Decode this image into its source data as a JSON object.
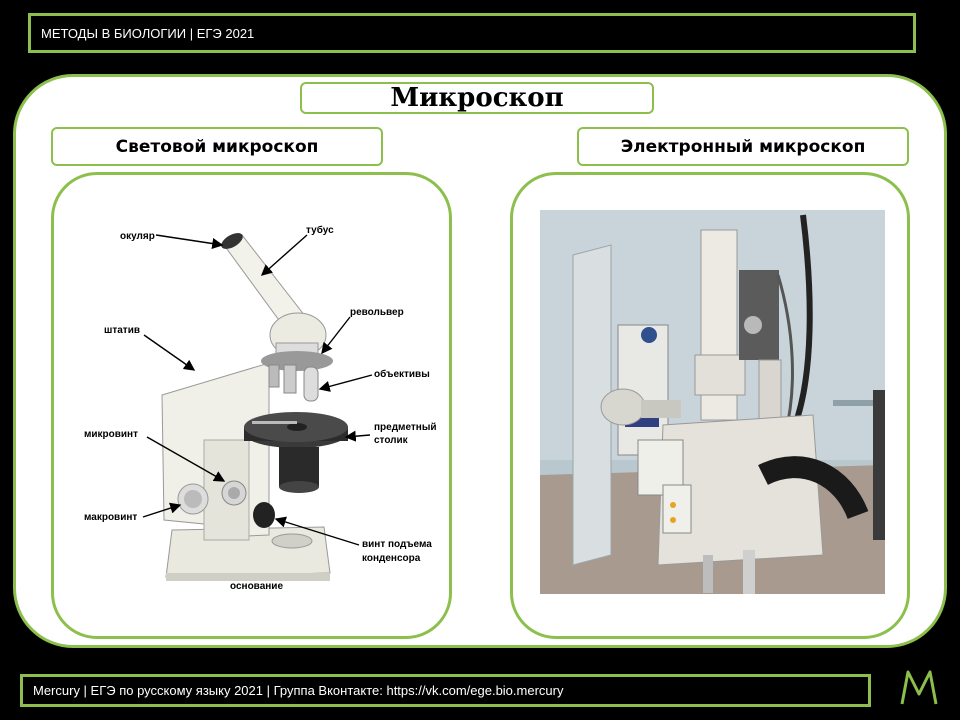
{
  "header": {
    "text": "МЕТОДЫ В БИОЛОГИИ | ЕГЭ 2021"
  },
  "slide": {
    "title": "Микроскоп",
    "left_heading": "Световой микроскоп",
    "right_heading": "Электронный микроскоп"
  },
  "light_microscope": {
    "labels": {
      "ocular": "окуляр",
      "tube": "тубус",
      "stand": "штатив",
      "revolver": "револьвер",
      "objectives": "объективы",
      "micro_screw": "микровинт",
      "stage_line1": "предметный",
      "stage_line2": "столик",
      "macro_screw": "макровинт",
      "condenser_line1": "винт подъема",
      "condenser_line2": "конденсора",
      "base": "основание"
    }
  },
  "footer": {
    "text": "Mercury | ЕГЭ по русскому языку 2021 | Группа Вконтакте: https://vk.com/ege.bio.mercury"
  },
  "colors": {
    "accent": "#8cbf4b",
    "background": "#000000",
    "panel": "#ffffff"
  },
  "logo": {
    "icon": "mercury-m-logo"
  }
}
